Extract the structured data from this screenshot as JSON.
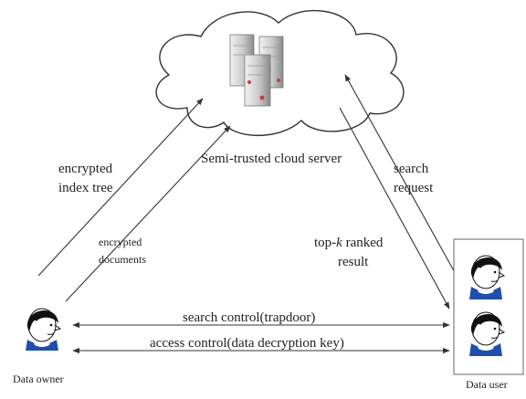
{
  "cloud": {
    "label": "Semi-trusted cloud server"
  },
  "arrows": {
    "encrypted_index_tree": [
      "encrypted",
      "index tree"
    ],
    "encrypted_documents": [
      "encrypted",
      "documents"
    ],
    "search_request": [
      "search",
      "request"
    ],
    "topk_result": {
      "prefix": "top-",
      "k": "k",
      "suffix": " ranked",
      "line2": "result"
    },
    "search_control": "search control(trapdoor)",
    "access_control": "access control(data decryption key)"
  },
  "actors": {
    "owner": "Data owner",
    "user": "Data user"
  },
  "colors": {
    "line": "#333333",
    "hair": "#111111",
    "collar": "#1e4fb0",
    "server_light": "#e4e4e4",
    "server_dark": "#8a8a8a",
    "server_led": "#d23a3a"
  }
}
